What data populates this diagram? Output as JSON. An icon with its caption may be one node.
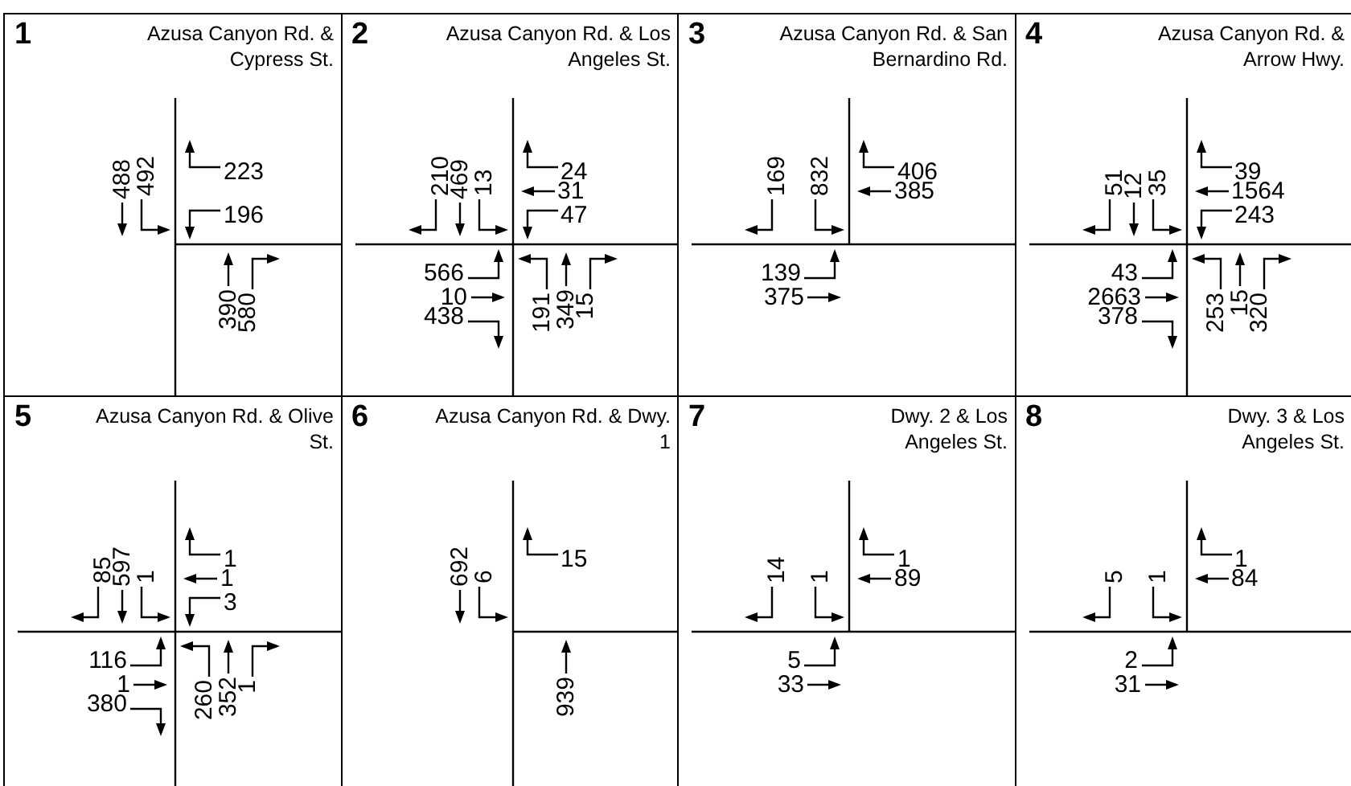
{
  "diagram": {
    "nodes": [
      {
        "text": [
          "1",
          "Azusa Canyon Rd. & Cypress St.",
          "488",
          "492",
          "223",
          "196",
          "390",
          "580"
        ]
      },
      {
        "text": [
          "2",
          "Azusa Canyon Rd. & Los Angeles St.",
          "210",
          "469",
          "13",
          "24",
          "31",
          "47",
          "566",
          "10",
          "438",
          "191",
          "349",
          "15"
        ]
      },
      {
        "text": [
          "3",
          "Azusa Canyon Rd. & San Bernardino Rd.",
          "169",
          "832",
          "406",
          "385",
          "139",
          "375"
        ]
      },
      {
        "text": [
          "4",
          "Azusa Canyon Rd. & Arrow Hwy.",
          "51",
          "12",
          "35",
          "39",
          "1564",
          "243",
          "43",
          "2663",
          "378",
          "253",
          "15",
          "320"
        ]
      },
      {
        "text": [
          "5",
          "Azusa Canyon Rd. & Olive St.",
          "85",
          "597",
          "1",
          "1",
          "1",
          "3",
          "116",
          "1",
          "380",
          "260",
          "352",
          "1"
        ]
      },
      {
        "text": [
          "6",
          "Azusa Canyon Rd. & Dwy. 1",
          "692",
          "6",
          "15",
          "939"
        ]
      },
      {
        "text": [
          "7",
          "Dwy. 2 & Los Angeles St.",
          "14",
          "1",
          "1",
          "89",
          "5",
          "33"
        ]
      },
      {
        "text": [
          "8",
          "Dwy. 3 & Los Angeles St.",
          "5",
          "1",
          "1",
          "84",
          "2",
          "31"
        ]
      }
    ]
  }
}
